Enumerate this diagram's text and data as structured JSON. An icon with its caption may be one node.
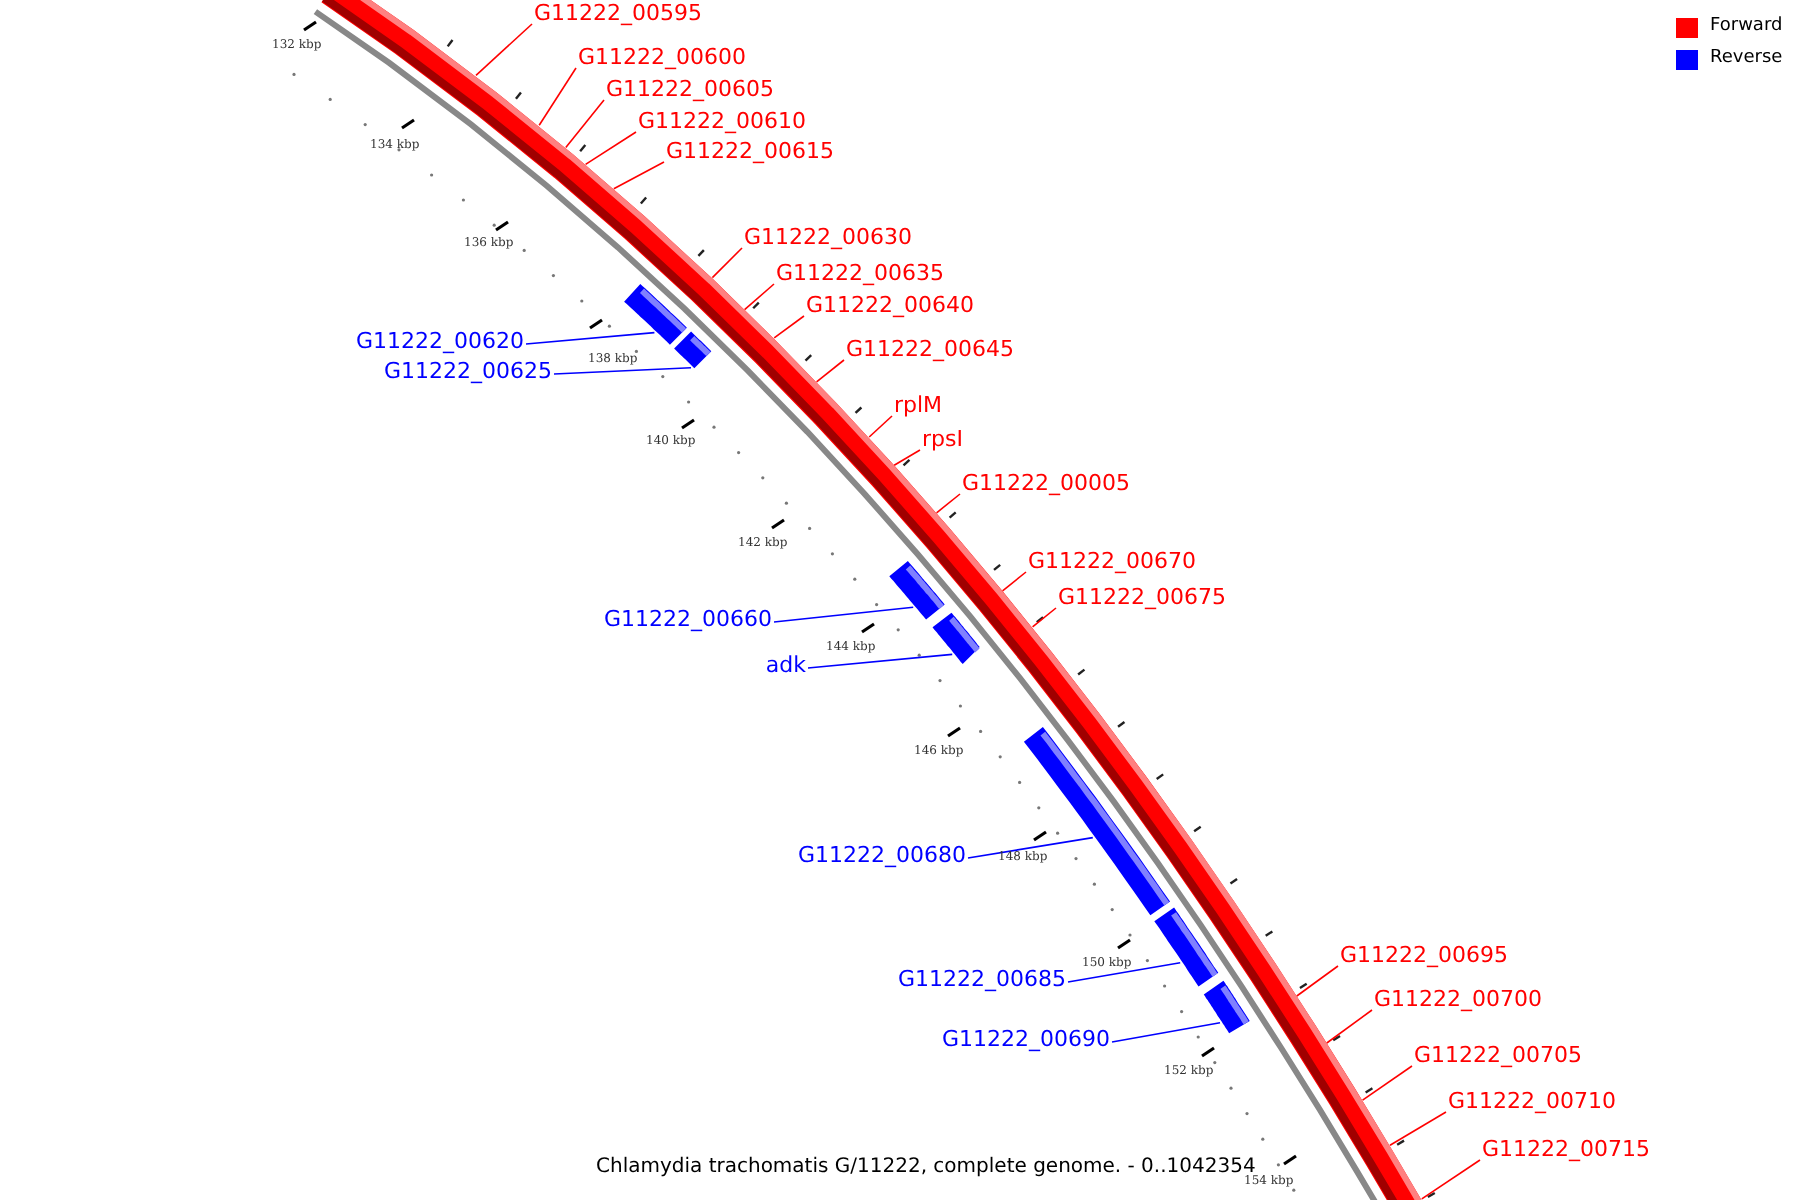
{
  "diagram": {
    "caption": "Chlamydia trachomatis G/11222, complete genome. - 0..1042354",
    "nodes": [
      {
        "text": [
          "G11222_00595"
        ]
      },
      {
        "text": [
          "G11222_00600"
        ]
      },
      {
        "text": [
          "G11222_00605"
        ]
      },
      {
        "text": [
          "G11222_00610"
        ]
      },
      {
        "text": [
          "G11222_00615"
        ]
      },
      {
        "text": [
          "G11222_00630"
        ]
      },
      {
        "text": [
          "G11222_00635"
        ]
      },
      {
        "text": [
          "G11222_00640"
        ]
      },
      {
        "text": [
          "G11222_00620"
        ]
      },
      {
        "text": [
          "G11222_00645"
        ]
      },
      {
        "text": [
          "G11222_00625"
        ]
      },
      {
        "text": [
          "rplM"
        ]
      },
      {
        "text": [
          "rpsI"
        ]
      },
      {
        "text": [
          "G11222_00005"
        ]
      },
      {
        "text": [
          "G11222_00670"
        ]
      },
      {
        "text": [
          "G11222_00675"
        ]
      },
      {
        "text": [
          "G11222_00660"
        ]
      },
      {
        "text": [
          "adk"
        ]
      },
      {
        "text": [
          "G11222_00680"
        ]
      },
      {
        "text": [
          "G11222_00695"
        ]
      },
      {
        "text": [
          "G11222_00685"
        ]
      },
      {
        "text": [
          "G11222_00700"
        ]
      },
      {
        "text": [
          "G11222_00690"
        ]
      },
      {
        "text": [
          "G11222_00705"
        ]
      },
      {
        "text": [
          "G11222_00710"
        ]
      },
      {
        "text": [
          "G11222_00715"
        ]
      },
      {
        "text": [],
        "shape": "bar"
      },
      {
        "text": [],
        "shape": "bar"
      },
      {
        "text": [],
        "shape": "bar"
      },
      {
        "text": [],
        "shape": "bar"
      },
      {
        "text": [],
        "shape": "bar"
      },
      {
        "text": [],
        "shape": "bar"
      },
      {
        "text": [],
        "shape": "bar"
      }
    ],
    "edges": [
      {
        "from": 0,
        "to": null,
        "arrow": "none"
      },
      {
        "from": 1,
        "to": null,
        "arrow": "none"
      },
      {
        "from": 2,
        "to": null,
        "arrow": "none"
      },
      {
        "from": 3,
        "to": null,
        "arrow": "none"
      },
      {
        "from": 4,
        "to": null,
        "arrow": "none"
      },
      {
        "from": 5,
        "to": null,
        "arrow": "none"
      },
      {
        "from": 6,
        "to": null,
        "arrow": "none"
      },
      {
        "from": 7,
        "to": null,
        "arrow": "none"
      },
      {
        "from": 8,
        "to": 26,
        "arrow": "none",
        "color": "#0000ff"
      },
      {
        "from": 9,
        "to": null,
        "arrow": "none"
      },
      {
        "from": 10,
        "to": 27,
        "arrow": "none",
        "color": "#0000ff"
      },
      {
        "from": 11,
        "to": null,
        "arrow": "none"
      },
      {
        "from": 12,
        "to": null,
        "arrow": "none"
      },
      {
        "from": 13,
        "to": null,
        "arrow": "none"
      },
      {
        "from": 14,
        "to": null,
        "arrow": "none"
      },
      {
        "from": 15,
        "to": null,
        "arrow": "none"
      },
      {
        "from": 16,
        "to": 28,
        "arrow": "none",
        "color": "#0000ff"
      },
      {
        "from": 17,
        "to": 29,
        "arrow": "none",
        "color": "#0000ff"
      },
      {
        "from": 18,
        "to": 30,
        "arrow": "none",
        "color": "#0000ff"
      },
      {
        "from": 19,
        "to": null,
        "arrow": "none"
      },
      {
        "from": 20,
        "to": 31,
        "arrow": "none",
        "color": "#0000ff"
      },
      {
        "from": 21,
        "to": null,
        "arrow": "none"
      },
      {
        "from": 22,
        "to": 32,
        "arrow": "none",
        "color": "#0000ff"
      },
      {
        "from": 23,
        "to": null,
        "arrow": "none"
      },
      {
        "from": 24,
        "to": null,
        "arrow": "none"
      },
      {
        "from": 25,
        "to": null,
        "arrow": "none"
      }
    ],
    "labels": [
      "132 kbp",
      "134 kbp",
      "136 kbp",
      "138 kbp",
      "140 kbp",
      "142 kbp",
      "144 kbp",
      "146 kbp",
      "148 kbp",
      "150 kbp",
      "152 kbp",
      "154 kbp"
    ],
    "legend": [
      {
        "text": "Forward",
        "color": "#ff0000"
      },
      {
        "text": "Reverse",
        "color": "#0000ff"
      }
    ]
  }
}
